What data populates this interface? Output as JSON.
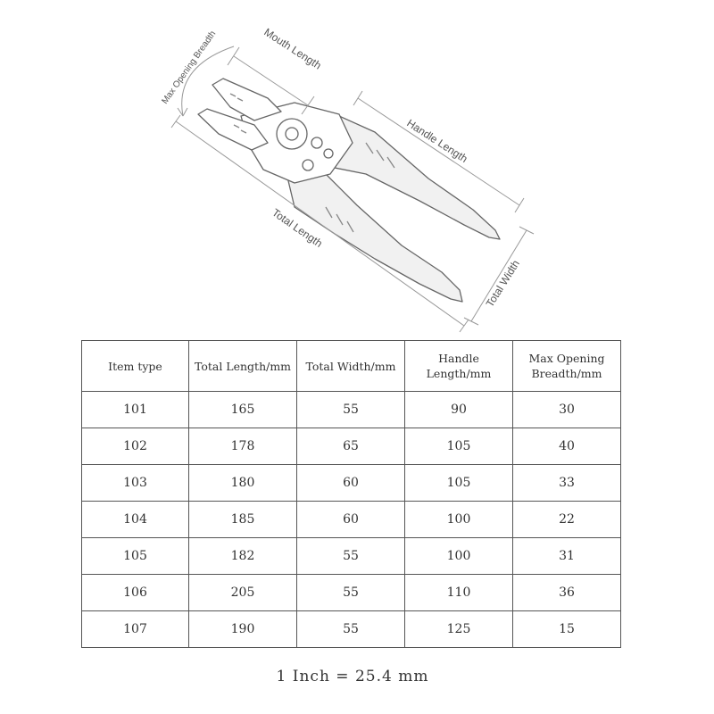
{
  "diagram": {
    "labels": {
      "max_opening_breadth": "Max Opening Breadth",
      "mouth_length": "Mouth Length",
      "handle_length": "Handle Length",
      "total_length": "Total Length",
      "total_width": "Total Width"
    },
    "colors": {
      "outline": "#666666",
      "handle": "#eeeeee"
    }
  },
  "table": {
    "headers": [
      "Item type",
      "Total Length/mm",
      "Total Width/mm",
      "Handle Length/mm",
      "Max Opening Breadth/mm"
    ],
    "header_last_lines": [
      "Max Opening",
      "Breadth/mm"
    ],
    "rows": [
      [
        "101",
        "165",
        "55",
        "90",
        "30"
      ],
      [
        "102",
        "178",
        "65",
        "105",
        "40"
      ],
      [
        "103",
        "180",
        "60",
        "105",
        "33"
      ],
      [
        "104",
        "185",
        "60",
        "100",
        "22"
      ],
      [
        "105",
        "182",
        "55",
        "100",
        "31"
      ],
      [
        "106",
        "205",
        "55",
        "110",
        "36"
      ],
      [
        "107",
        "190",
        "55",
        "125",
        "15"
      ]
    ]
  },
  "note": "1 Inch = 25.4 mm"
}
